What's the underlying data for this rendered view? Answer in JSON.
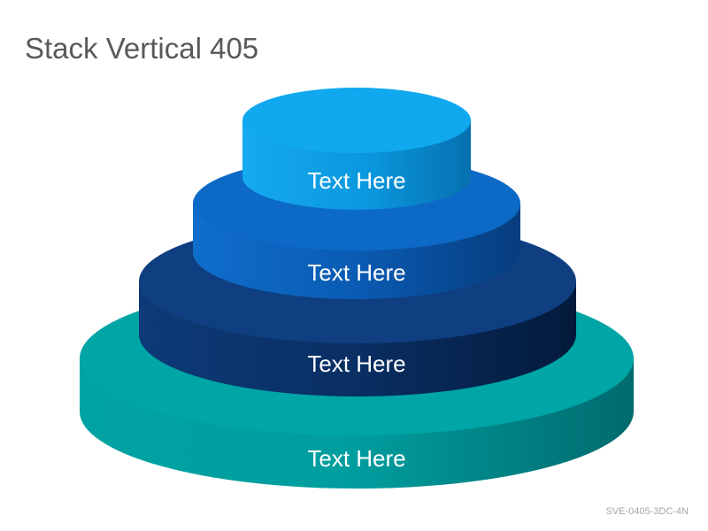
{
  "slide": {
    "title": "Stack Vertical 405",
    "code": "SVE-0405-3DC-4N"
  },
  "tiers": [
    {
      "label": "Text Here",
      "side_color": "#0ba3e8",
      "top_color": "#13a8ee"
    },
    {
      "label": "Text Here",
      "side_color": "#0a5fb5",
      "top_color": "#0d6bc7"
    },
    {
      "label": "Text Here",
      "side_color": "#0b2f66",
      "top_color": "#0f3f80"
    },
    {
      "label": "Text Here",
      "side_color": "#019292",
      "top_color": "#01a3a3"
    }
  ]
}
